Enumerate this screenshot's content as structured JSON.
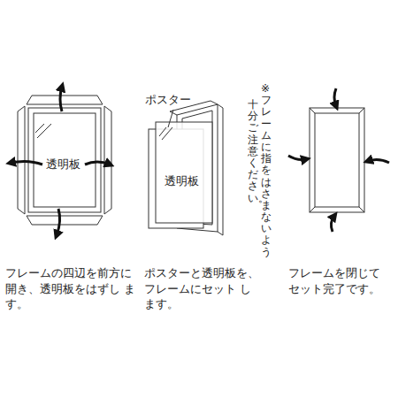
{
  "diagram": {
    "labels": [
      "透明板",
      "ポスター",
      "透明板",
      "※フレームに指をはさまないよう",
      "十分ご注意ください。",
      "フレームの四辺を前方に 開き、透明板をはずし ます。",
      "ポスターと透明板を、 フレームにセット します。",
      "フレームを閉じて セット完了です。"
    ]
  }
}
